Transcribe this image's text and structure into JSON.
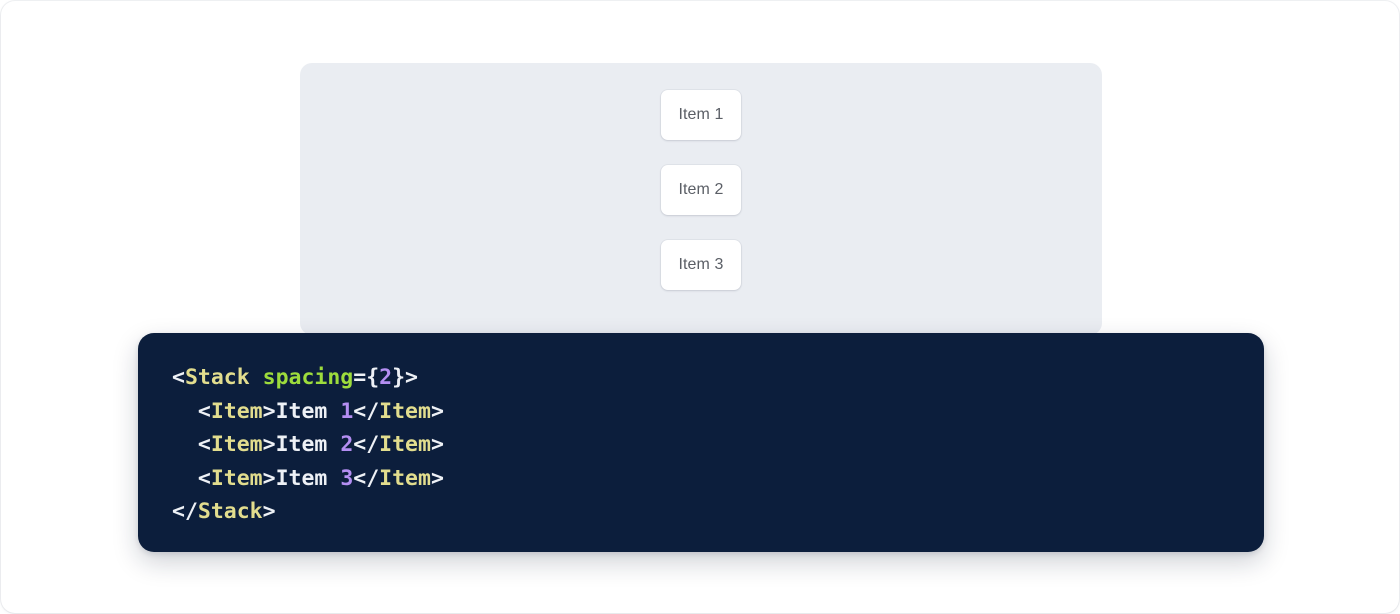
{
  "preview": {
    "panel_bg": "#eaedf2",
    "items": [
      {
        "label": "Item 1"
      },
      {
        "label": "Item 2"
      },
      {
        "label": "Item 3"
      }
    ]
  },
  "code_block": {
    "bg": "#0c1e3c",
    "language": "jsx",
    "colors": {
      "punctuation": "#eef1f6",
      "tag": "#e2dd8e",
      "attribute": "#9ddc3c",
      "number": "#b48ef2",
      "text": "#eef1f6"
    },
    "lines": [
      {
        "indent": "",
        "tokens": [
          {
            "t": "punct",
            "v": "<"
          },
          {
            "t": "tag",
            "v": "Stack"
          },
          {
            "t": "text",
            "v": " "
          },
          {
            "t": "attr",
            "v": "spacing"
          },
          {
            "t": "punct",
            "v": "={"
          },
          {
            "t": "num",
            "v": "2"
          },
          {
            "t": "punct",
            "v": "}>"
          }
        ],
        "raw": "<Stack spacing={2}>"
      },
      {
        "indent": "  ",
        "tokens": [
          {
            "t": "punct",
            "v": "<"
          },
          {
            "t": "tag",
            "v": "Item"
          },
          {
            "t": "punct",
            "v": ">"
          },
          {
            "t": "text",
            "v": "Item "
          },
          {
            "t": "num",
            "v": "1"
          },
          {
            "t": "punct",
            "v": "</"
          },
          {
            "t": "tag",
            "v": "Item"
          },
          {
            "t": "punct",
            "v": ">"
          }
        ],
        "raw": "  <Item>Item 1</Item>"
      },
      {
        "indent": "  ",
        "tokens": [
          {
            "t": "punct",
            "v": "<"
          },
          {
            "t": "tag",
            "v": "Item"
          },
          {
            "t": "punct",
            "v": ">"
          },
          {
            "t": "text",
            "v": "Item "
          },
          {
            "t": "num",
            "v": "2"
          },
          {
            "t": "punct",
            "v": "</"
          },
          {
            "t": "tag",
            "v": "Item"
          },
          {
            "t": "punct",
            "v": ">"
          }
        ],
        "raw": "  <Item>Item 2</Item>"
      },
      {
        "indent": "  ",
        "tokens": [
          {
            "t": "punct",
            "v": "<"
          },
          {
            "t": "tag",
            "v": "Item"
          },
          {
            "t": "punct",
            "v": ">"
          },
          {
            "t": "text",
            "v": "Item "
          },
          {
            "t": "num",
            "v": "3"
          },
          {
            "t": "punct",
            "v": "</"
          },
          {
            "t": "tag",
            "v": "Item"
          },
          {
            "t": "punct",
            "v": ">"
          }
        ],
        "raw": "  <Item>Item 3</Item>"
      },
      {
        "indent": "",
        "tokens": [
          {
            "t": "punct",
            "v": "</"
          },
          {
            "t": "tag",
            "v": "Stack"
          },
          {
            "t": "punct",
            "v": ">"
          }
        ],
        "raw": "</Stack>"
      }
    ]
  }
}
